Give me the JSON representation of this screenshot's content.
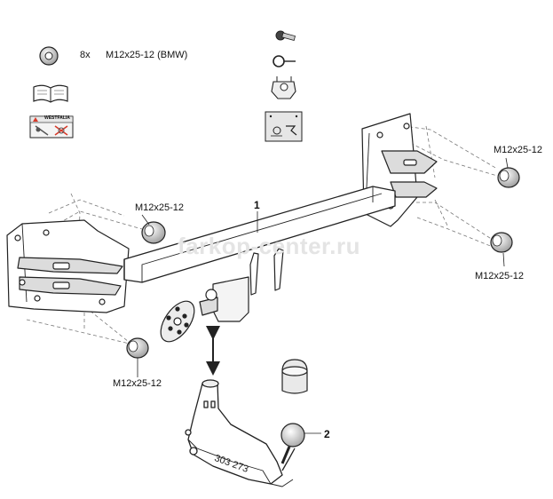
{
  "kit": {
    "nut_qty": "8x",
    "nut_spec": "M12x25-12 (BMW)"
  },
  "callouts": {
    "nut_left_upper": "M12x25-12",
    "nut_left_lower": "M12x25-12",
    "nut_right_upper": "M12x25-12",
    "nut_right_lower": "M12x25-12"
  },
  "parts": {
    "crossbar_number": "1",
    "ball_neck_number": "2",
    "ball_neck_marking": "303 273"
  },
  "warning_label": "WESTFALIA",
  "watermark": "farkop-center.ru",
  "colors": {
    "line": "#222222",
    "dashed": "#777777",
    "shade": "#dcdcdc",
    "warning_red": "#d83a2a"
  }
}
